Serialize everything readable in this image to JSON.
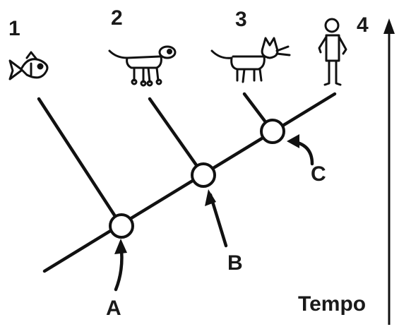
{
  "taxa": [
    {
      "number": "1",
      "icon": "fish-icon"
    },
    {
      "number": "2",
      "icon": "lizard-icon"
    },
    {
      "number": "3",
      "icon": "cat-icon"
    },
    {
      "number": "4",
      "icon": "human-icon"
    }
  ],
  "nodes": [
    "A",
    "B",
    "C"
  ],
  "axis": {
    "label": "Tempo"
  }
}
